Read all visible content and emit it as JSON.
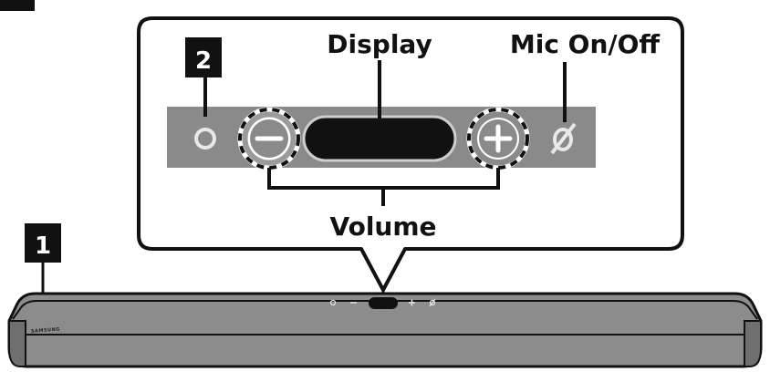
{
  "callouts": {
    "button_number": "2",
    "soundbar_number": "1"
  },
  "labels": {
    "display": "Display",
    "mic": "Mic On/Off",
    "volume": "Volume"
  },
  "soundbar": {
    "brand": "SAMSUNG"
  },
  "panel_icons": {
    "power": "power-icon",
    "volume_down": "minus-icon",
    "volume_up": "plus-icon",
    "mic": "mic-off-icon"
  },
  "colors": {
    "soundbar_body": "#8c8c8c",
    "panel_strip": "#8a8a8a",
    "display_window": "#111111",
    "badge": "#111111"
  }
}
